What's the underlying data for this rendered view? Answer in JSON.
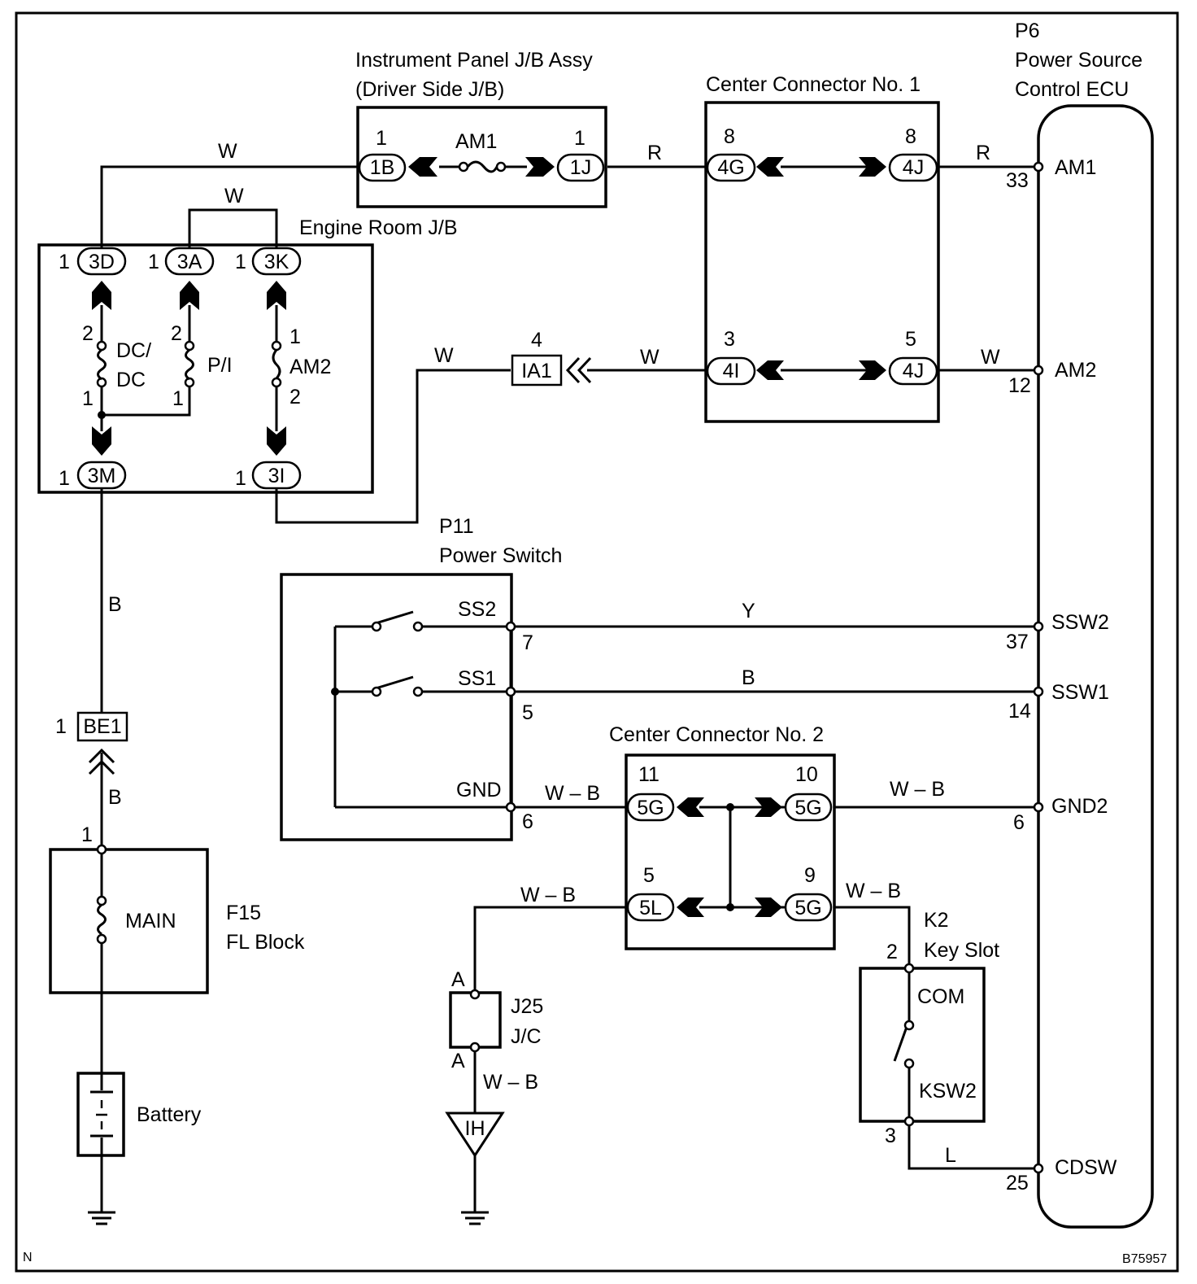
{
  "components": {
    "ipjb_title": "Instrument Panel J/B Assy",
    "ipjb_sub": "(Driver Side J/B)",
    "cc1_title": "Center Connector No. 1",
    "ecu_code": "P6",
    "ecu_line1": "Power Source",
    "ecu_line2": "Control ECU",
    "erjb_title": "Engine Room J/B",
    "ps_code": "P11",
    "ps_title": "Power Switch",
    "cc2_title": "Center Connector No. 2",
    "fl_code": "F15",
    "fl_title": "FL Block",
    "battery": "Battery",
    "jc_code": "J25",
    "jc_title": "J/C",
    "ks_code": "K2",
    "ks_title": "Key Slot"
  },
  "connectors": {
    "c1B": "1B",
    "c1J": "1J",
    "c4G": "4G",
    "c4J_top": "4J",
    "c4I": "4I",
    "c4J_bot": "4J",
    "c3D": "3D",
    "c3A": "3A",
    "c3K": "3K",
    "c3M": "3M",
    "c3I": "3I",
    "IA1": "IA1",
    "BE1": "BE1",
    "c5G_11": "5G",
    "c5G_10": "5G",
    "c5L": "5L",
    "c5G_9": "5G",
    "IH": "IH"
  },
  "pins": {
    "p1B": "1",
    "p1J": "1",
    "p4G": "8",
    "p4J_top": "8",
    "p4I": "3",
    "p4J_bot": "5",
    "p3D": "1",
    "p3A": "1",
    "p3K": "1",
    "p3M": "1",
    "p3I": "1",
    "p_dc_top": "2",
    "p_dc_bot": "1",
    "p_pi_top": "2",
    "p_pi_bot": "1",
    "p_am2_top": "1",
    "p_am2_bot": "2",
    "pIA1": "4",
    "pBE1": "1",
    "p_fl": "1",
    "ps_ss2": "7",
    "ps_ss1": "5",
    "ps_gnd": "6",
    "cc2_11": "11",
    "cc2_10": "10",
    "cc2_5": "5",
    "cc2_9": "9",
    "jc_a_top": "A",
    "jc_a_bot": "A",
    "ks_com": "2",
    "ks_ksw2": "3",
    "ecu_am1": "33",
    "ecu_am2": "12",
    "ecu_ssw2": "37",
    "ecu_ssw1": "14",
    "ecu_gnd2": "6",
    "ecu_cdsw": "25"
  },
  "fuses": {
    "am1": "AM1",
    "dc1": "DC/",
    "dc2": "DC",
    "pi": "P/I",
    "am2": "AM2",
    "main": "MAIN"
  },
  "terminals": {
    "ecu_am1": "AM1",
    "ecu_am2": "AM2",
    "ecu_ssw2": "SSW2",
    "ecu_ssw1": "SSW1",
    "ecu_gnd2": "GND2",
    "ecu_cdsw": "CDSW",
    "ps_ss2": "SS2",
    "ps_ss1": "SS1",
    "ps_gnd": "GND",
    "ks_com": "COM",
    "ks_ksw2": "KSW2"
  },
  "wires": {
    "w_top": "W",
    "w_bridge": "W",
    "r1": "R",
    "r2": "R",
    "w_ia1": "W",
    "w_4i": "W",
    "w_am2": "W",
    "b_upper": "B",
    "b_lower": "B",
    "y": "Y",
    "b_ss1": "B",
    "wb_gnd": "W – B",
    "wb_gnd2": "W – B",
    "wb_5l": "W – B",
    "wb_9": "W – B",
    "wb_jc": "W – B",
    "l": "L"
  },
  "footer": {
    "left": "N",
    "right": "B75957"
  }
}
